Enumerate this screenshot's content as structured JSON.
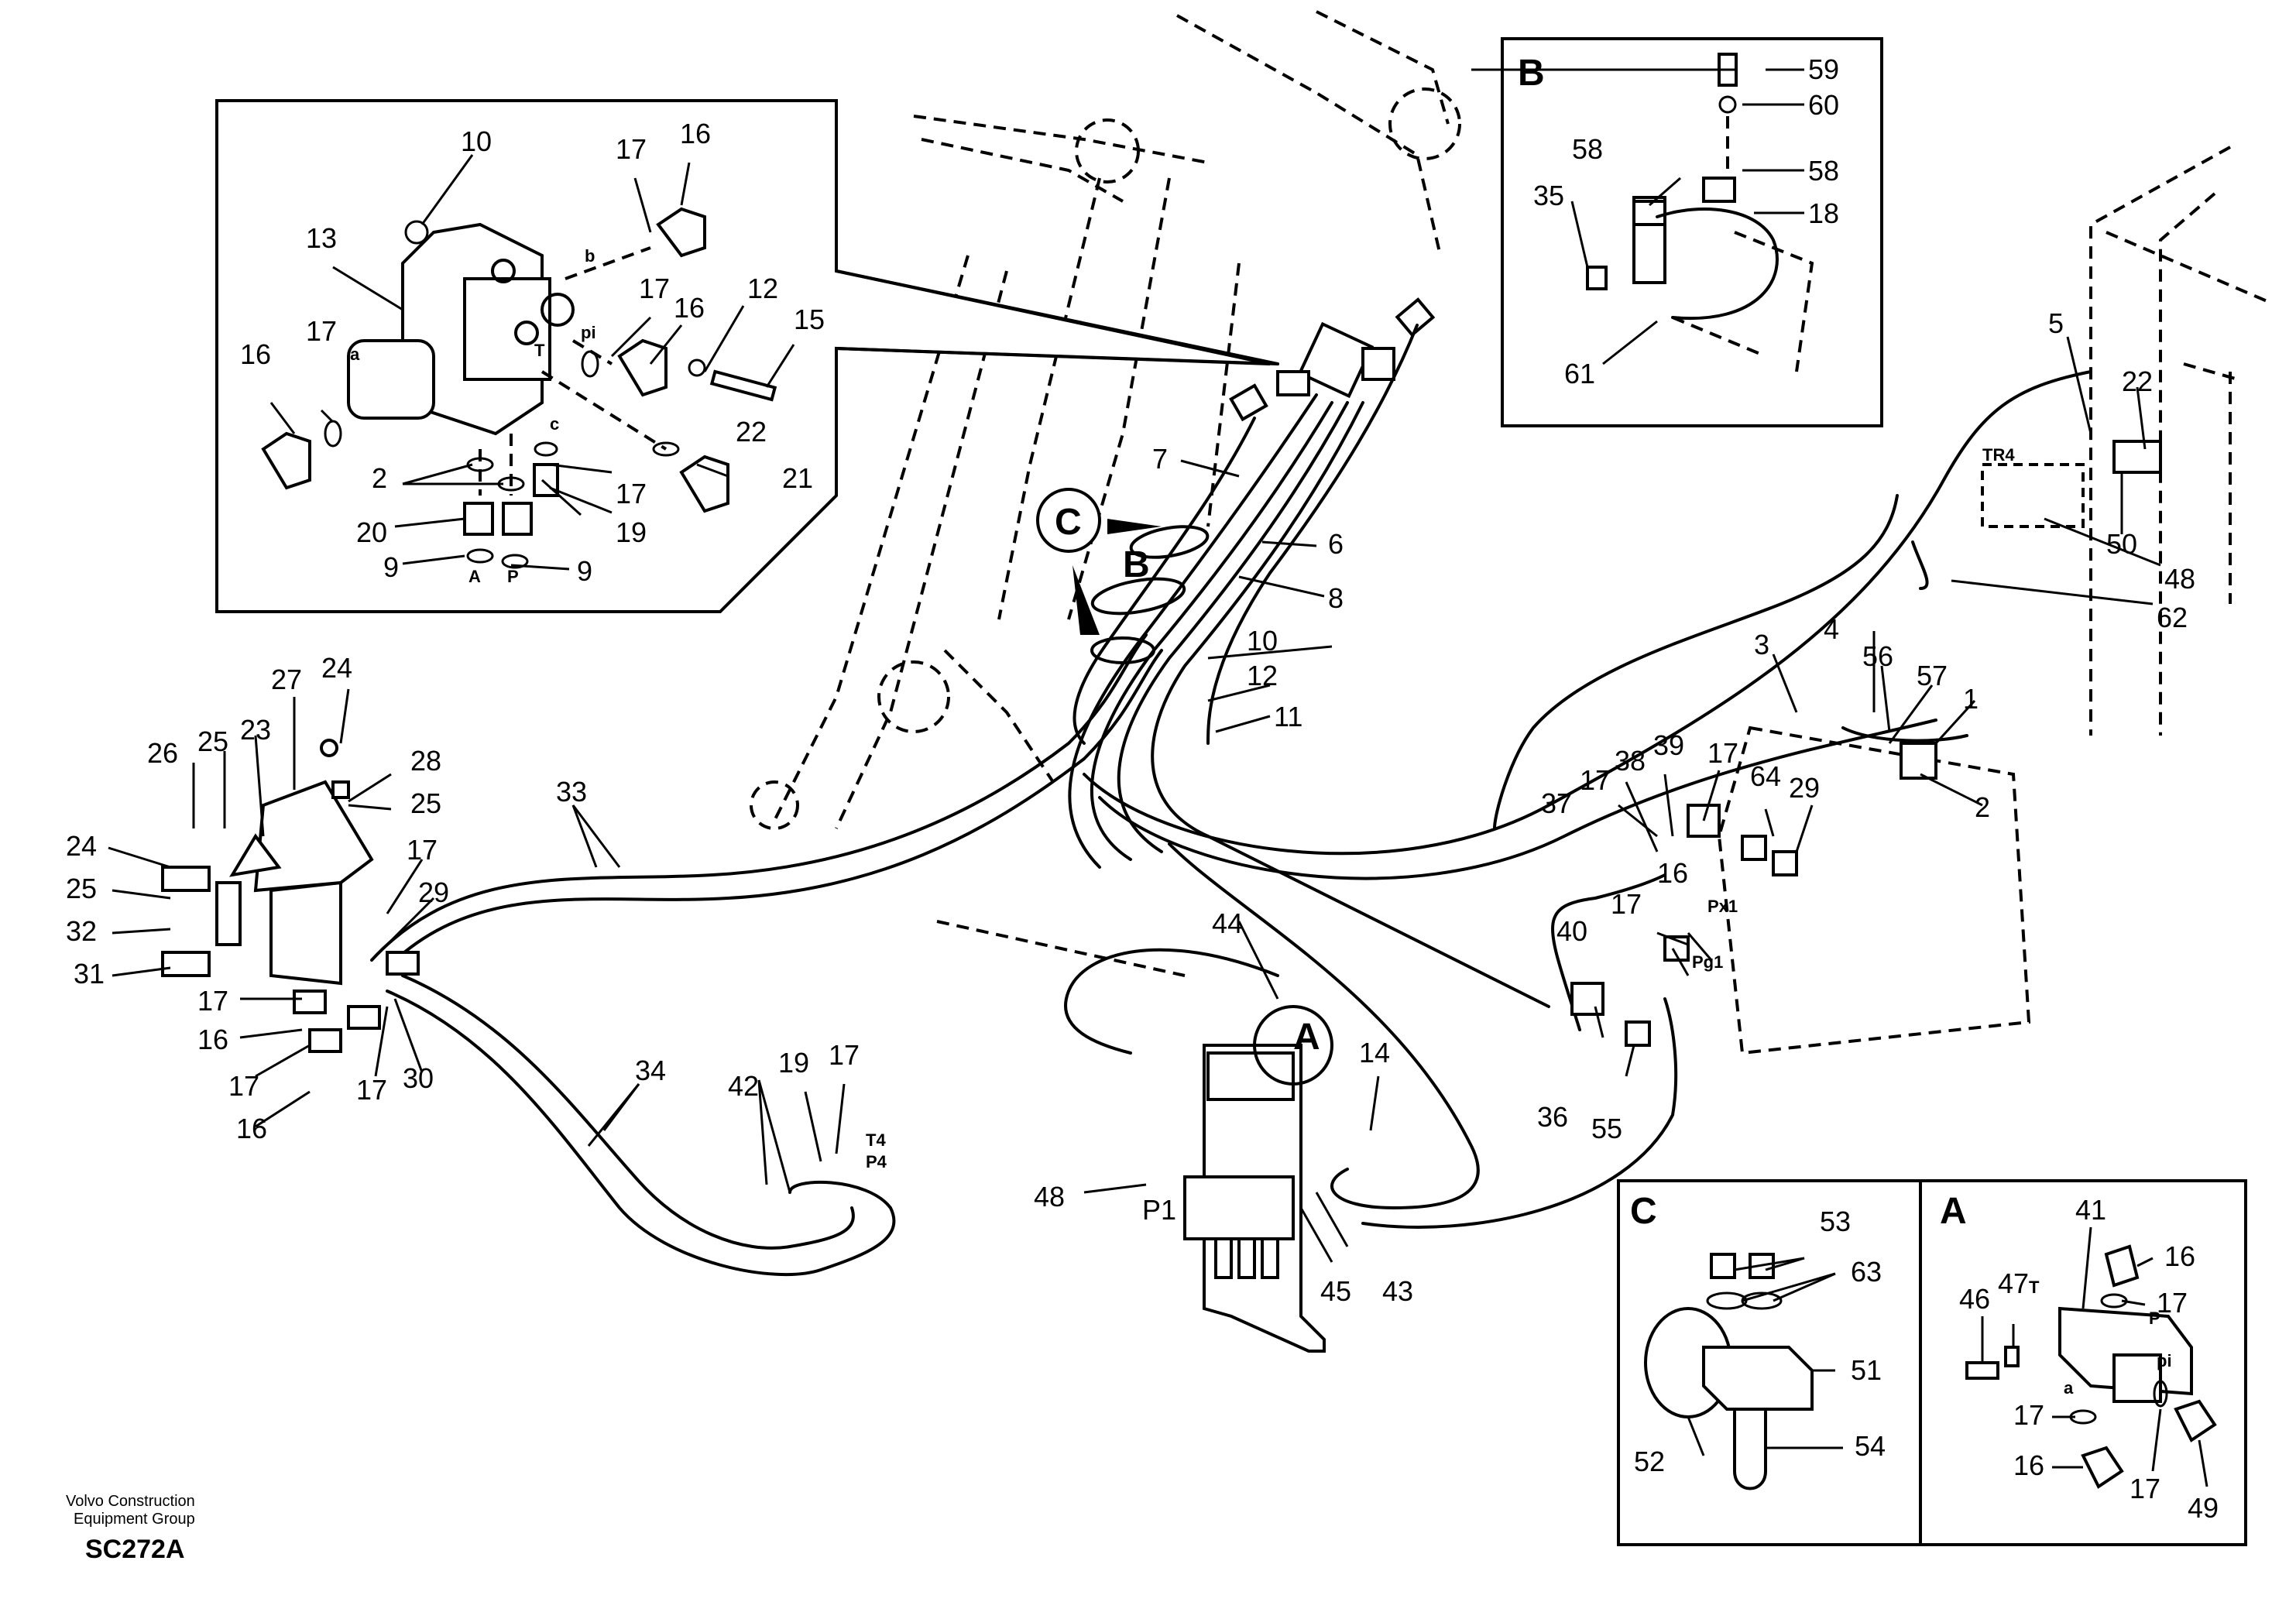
{
  "letters": {
    "A": "A",
    "B": "B",
    "C": "C"
  },
  "ports": {
    "a": "a",
    "b": "b",
    "pi": "pi",
    "T": "T",
    "c": "c",
    "A": "A",
    "P": "P",
    "TR4": "TR4",
    "Px1": "Px1",
    "Pg1": "Pg1",
    "T4": "T4",
    "P4": "P4",
    "P1": "P1",
    "T_A": "T",
    "P_A": "P",
    "pi_A": "pi",
    "a_A": "a"
  },
  "labels": {
    "l1": "1",
    "l2": "2",
    "l3": "3",
    "l4": "4",
    "l5": "5",
    "l6": "6",
    "l7": "7",
    "l8": "8",
    "l9": "9",
    "l10": "10",
    "l11": "11",
    "l12": "12",
    "l13": "13",
    "l14": "14",
    "l15": "15",
    "l16": "16",
    "l17": "17",
    "l18": "18",
    "l19": "19",
    "l20": "20",
    "l21": "21",
    "l22": "22",
    "l23": "23",
    "l24": "24",
    "l25": "25",
    "l26": "26",
    "l27": "27",
    "l28": "28",
    "l29": "29",
    "l30": "30",
    "l31": "31",
    "l32": "32",
    "l33": "33",
    "l34": "34",
    "l35": "35",
    "l36": "36",
    "l37": "37",
    "l38": "38",
    "l39": "39",
    "l40": "40",
    "l41": "41",
    "l42": "42",
    "l43": "43",
    "l44": "44",
    "l45": "45",
    "l46": "46",
    "l47": "47",
    "l48": "48",
    "l49": "49",
    "l50": "50",
    "l51": "51",
    "l52": "52",
    "l53": "53",
    "l54": "54",
    "l55": "55",
    "l56": "56",
    "l57": "57",
    "l58": "58",
    "l59": "59",
    "l60": "60",
    "l61": "61",
    "l62": "62",
    "l63": "63",
    "l64": "64"
  },
  "footer": {
    "line1": "Volvo Construction",
    "line2": "Equipment Group",
    "code": "SC272A"
  }
}
